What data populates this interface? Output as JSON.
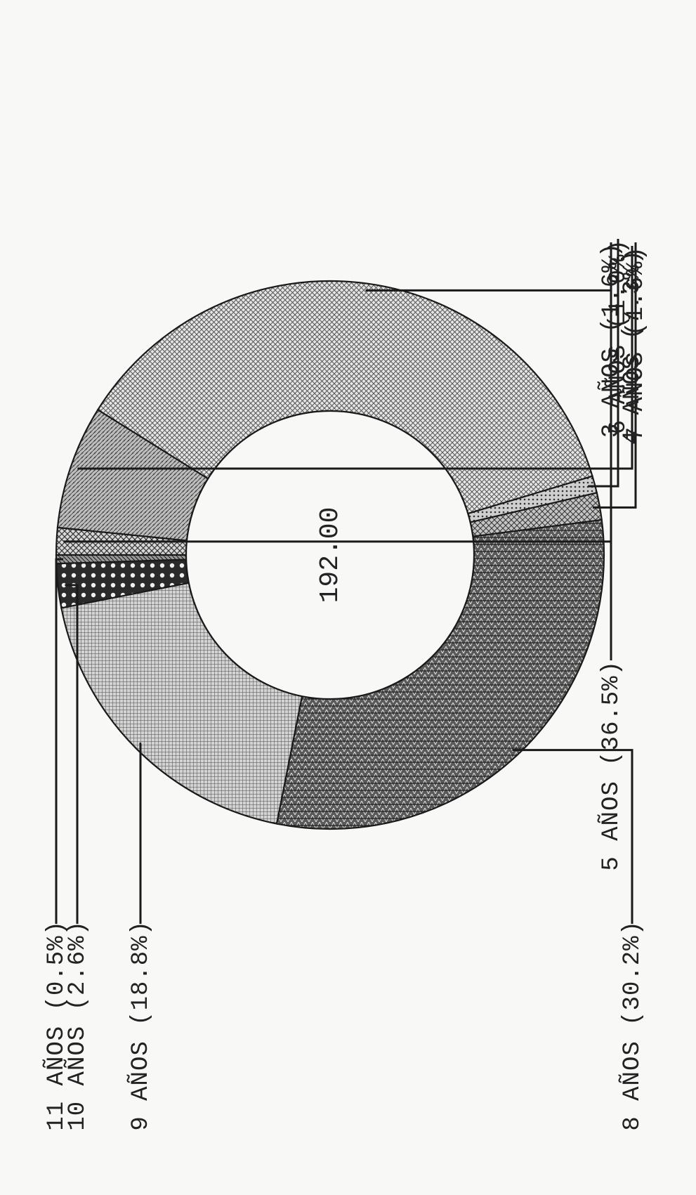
{
  "chart_data": {
    "type": "pie",
    "variant": "donut",
    "center_label": "192.00",
    "slices": [
      {
        "label": "3 AÑOS (1.6%)",
        "value": 1.6
      },
      {
        "label": "4 AÑOS (7.3%)",
        "value": 7.3
      },
      {
        "label": "5 AÑOS (36.5%)",
        "value": 36.5
      },
      {
        "label": "6 AÑOS (1.0%)",
        "value": 1.0
      },
      {
        "label": "7 AÑOS (1.6%)",
        "value": 1.6
      },
      {
        "label": "8 AÑOS (30.2%)",
        "value": 30.2
      },
      {
        "label": "9 AÑOS (18.8%)",
        "value": 18.8
      },
      {
        "label": "10 AÑOS (2.6%)",
        "value": 2.6
      },
      {
        "label": "11 AÑOS (0.5%)",
        "value": 0.5
      }
    ]
  }
}
